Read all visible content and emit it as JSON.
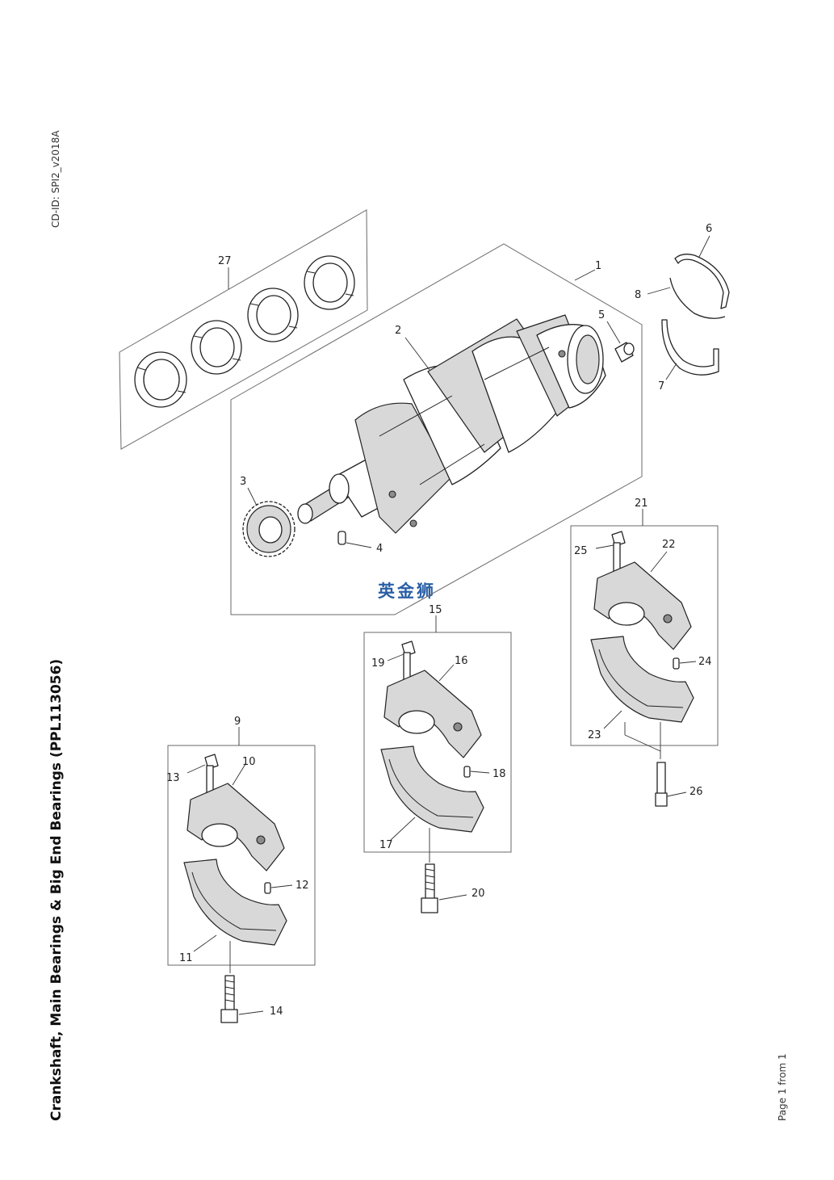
{
  "document": {
    "title": "Crankshaft, Main Bearings & Big End Bearings (PPL113056)",
    "cd_id": "CD-ID: SPI2_v2018A",
    "page_info": "Page 1 from 1",
    "watermark": "英金狮"
  },
  "callouts": {
    "c1": "1",
    "c2": "2",
    "c3": "3",
    "c4": "4",
    "c5": "5",
    "c6": "6",
    "c7": "7",
    "c8": "8",
    "c9": "9",
    "c10": "10",
    "c11": "11",
    "c12": "12",
    "c13": "13",
    "c14": "14",
    "c15": "15",
    "c16": "16",
    "c17": "17",
    "c18": "18",
    "c19": "19",
    "c20": "20",
    "c21": "21",
    "c22": "22",
    "c23": "23",
    "c24": "24",
    "c25": "25",
    "c26": "26",
    "c27": "27"
  }
}
